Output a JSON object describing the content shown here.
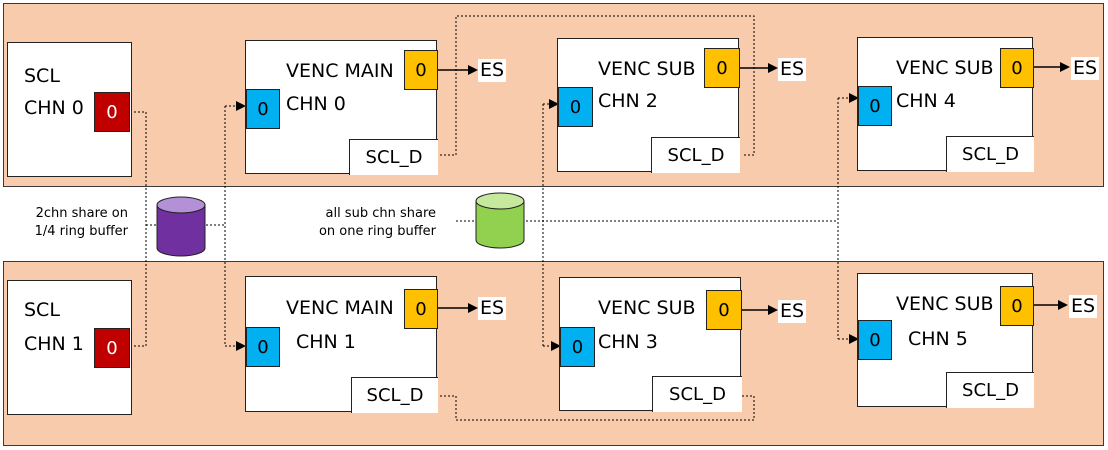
{
  "scl_boxes": [
    {
      "title": "SCL",
      "chn": "CHN 0",
      "port": "0"
    },
    {
      "title": "SCL",
      "chn": "CHN 1",
      "port": "0"
    }
  ],
  "venc_boxes": [
    {
      "title": "VENC MAIN",
      "chn": "CHN 0",
      "in_port": "0",
      "out_port": "0",
      "scl_d": "SCL_D",
      "es": "ES"
    },
    {
      "title": "VENC SUB",
      "chn": "CHN 2",
      "in_port": "0",
      "out_port": "0",
      "scl_d": "SCL_D",
      "es": "ES"
    },
    {
      "title": "VENC SUB",
      "chn": "CHN 4",
      "in_port": "0",
      "out_port": "0",
      "scl_d": "SCL_D",
      "es": "ES"
    },
    {
      "title": "VENC MAIN",
      "chn": "CHN 1",
      "in_port": "0",
      "out_port": "0",
      "scl_d": "SCL_D",
      "es": "ES"
    },
    {
      "title": "VENC SUB",
      "chn": "CHN 3",
      "in_port": "0",
      "out_port": "0",
      "scl_d": "SCL_D",
      "es": "ES"
    },
    {
      "title": "VENC SUB",
      "chn": "CHN 5",
      "in_port": "0",
      "out_port": "0",
      "scl_d": "SCL_D",
      "es": "ES"
    }
  ],
  "notes": {
    "left_line1": "2chn share on",
    "left_line2": "1/4 ring buffer",
    "mid_line1": "all sub chn share",
    "mid_line2": "on one ring buffer"
  },
  "colors": {
    "band": "#f8cbad",
    "red_port": "#c00000",
    "blue_port": "#00b0f0",
    "yellow_port": "#ffc000",
    "purple_buffer": "#7030a0",
    "green_buffer": "#92d050"
  }
}
